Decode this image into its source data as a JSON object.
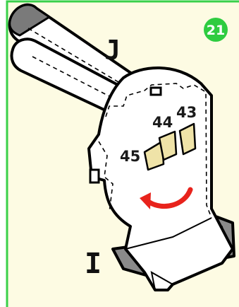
{
  "step": {
    "number": "21"
  },
  "parts": {
    "upper_label": "J",
    "lower_label": "I"
  },
  "slots": {
    "a": "44",
    "b": "43",
    "c": "45"
  },
  "colors": {
    "panel_background": "#fdfbe3",
    "panel_border": "#39d04a",
    "badge_fill": "#2ecc40",
    "rotation_arrow": "#e8231c",
    "base_tab_gray": "#8a8a8a"
  },
  "icons": {
    "rotation": "curved-arrow-icon"
  }
}
